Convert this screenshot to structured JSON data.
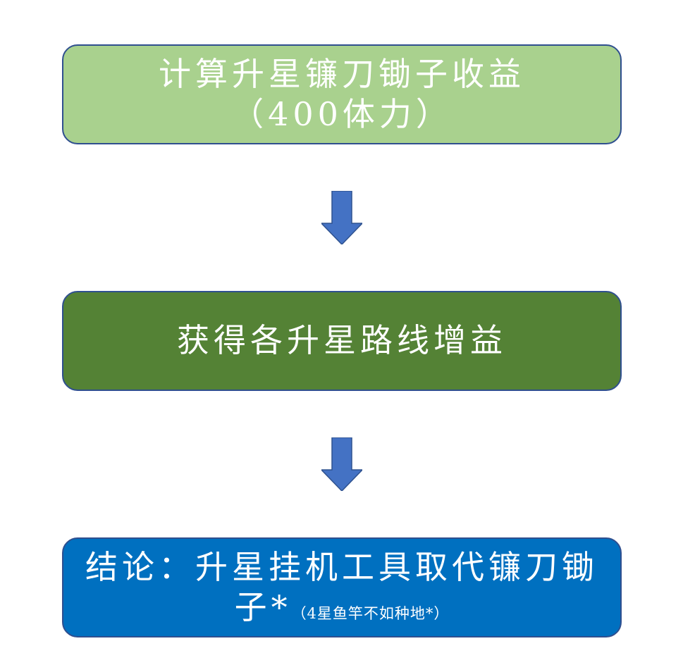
{
  "steps": [
    {
      "line1": "计算升星镰刀锄子收益",
      "line2": "（400体力）",
      "fill": "#a9d18e"
    },
    {
      "line1": "获得各升星路线增益",
      "fill": "#548235"
    },
    {
      "line1": "结论：升星挂机工具取代镰刀锄",
      "line2_main": "子*",
      "line2_note": "（4星鱼竿不如种地*）",
      "fill": "#0070c0"
    }
  ],
  "colors": {
    "arrow": "#4472c4",
    "border": "#2f4f8f",
    "text": "#ffffff"
  },
  "icons": {
    "arrow1": "down-arrow-icon",
    "arrow2": "down-arrow-icon"
  }
}
